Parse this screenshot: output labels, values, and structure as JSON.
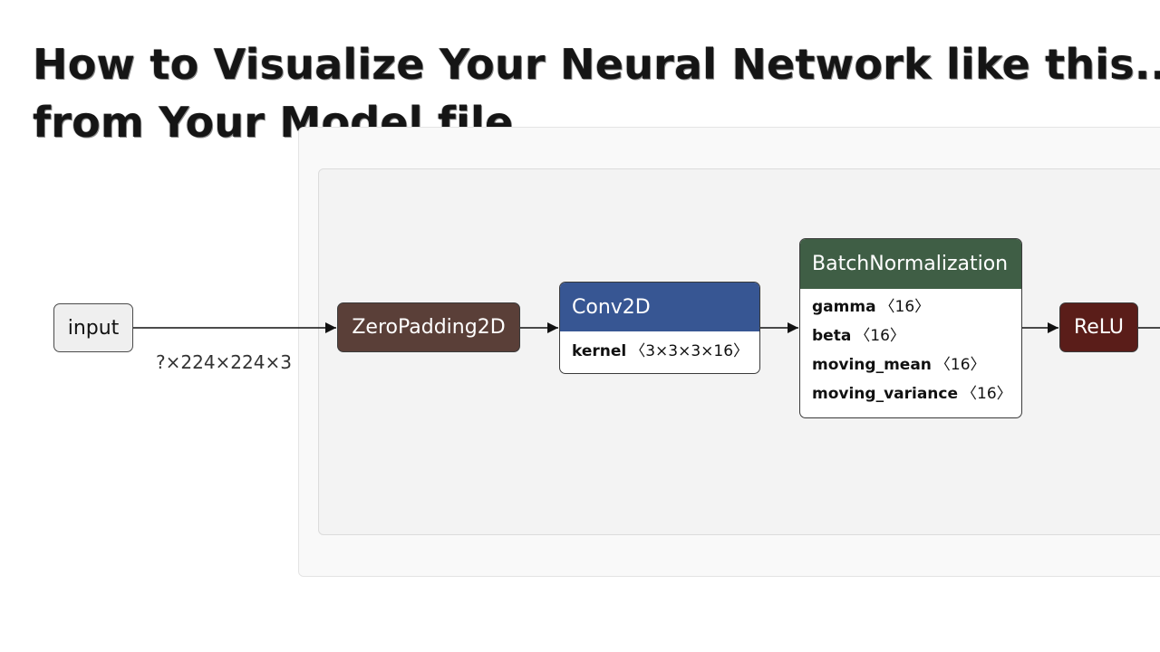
{
  "title": {
    "line1": "How to Visualize Your Neural Network like this.....",
    "line2": "from Your Model file"
  },
  "nodes": {
    "input": {
      "label": "input"
    },
    "zeropadding": {
      "label": "ZeroPadding2D",
      "color": "#5a3f38"
    },
    "conv2d": {
      "label": "Conv2D",
      "color": "#375693",
      "attrs": [
        {
          "name": "kernel",
          "shape": "〈3×3×3×16〉"
        }
      ]
    },
    "batchnorm": {
      "label": "BatchNormalization",
      "color": "#3f5e45",
      "attrs": [
        {
          "name": "gamma",
          "shape": "〈16〉"
        },
        {
          "name": "beta",
          "shape": "〈16〉"
        },
        {
          "name": "moving_mean",
          "shape": "〈16〉"
        },
        {
          "name": "moving_variance",
          "shape": "〈16〉"
        }
      ]
    },
    "relu": {
      "label": "ReLU",
      "color": "#5a1d19"
    }
  },
  "edges": {
    "input_shape": "?×224×224×3"
  }
}
